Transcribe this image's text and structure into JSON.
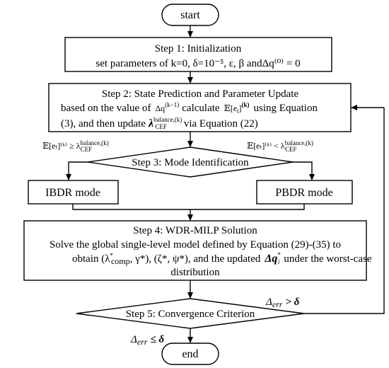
{
  "start": "start",
  "end": "end",
  "step1": {
    "title": "Step 1: Initialization",
    "line2": "set parameters of k=0, δ=10⁻⁵, ε, β andΔq⁽⁰⁾ = 0"
  },
  "step2": {
    "title": "Step 2: State Prediction and Parameter Update",
    "line2a": "based on the value of",
    "line2b": "calculate",
    "line2c": "using Equation",
    "line3": "(3), and then update",
    "line3b": "via Equation (22)"
  },
  "step3": {
    "title": "Step 3: Mode Identification"
  },
  "cond_left": "𝔼[eₜ]⁽ᵏ⁾ ≥ λ",
  "cond_right": "𝔼[eₜ]⁽ᵏ⁾ < λ",
  "ibdr": "IBDR mode",
  "pbdr": "PBDR mode",
  "step4": {
    "title": "Step 4: WDR-MILP Solution",
    "line2": "Solve the global single-level model defined by Equation (29)-(35) to",
    "line3a": "obtain (λ",
    "line3b": "comp",
    "line3c": ", γ*), (ζ*, ψ*), and the updated",
    "line3d": "under the worst-case",
    "line4": "distribution"
  },
  "step5": {
    "title": "Step 5: Convergence Criterion"
  },
  "cond_gt": "> δ",
  "cond_le": "≤ δ",
  "delta_err": "Δ",
  "err_sub": "err",
  "cef_sup": "balance,(k)",
  "cef_sub": "CEF"
}
